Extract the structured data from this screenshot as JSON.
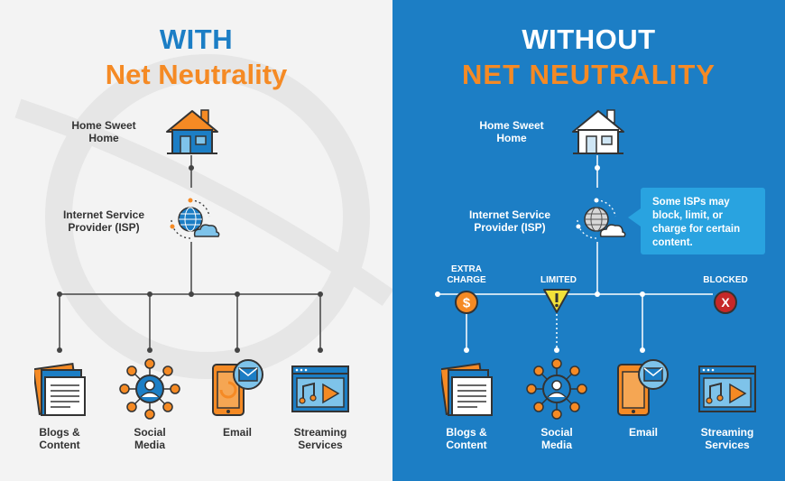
{
  "left": {
    "title": "WITH",
    "subtitle": "Net Neutrality",
    "home_label": [
      "Home Sweet",
      "Home"
    ],
    "isp_label": [
      "Internet Service",
      "Provider (ISP)"
    ],
    "services": [
      [
        "Blogs &",
        "Content"
      ],
      [
        "Social",
        "Media"
      ],
      [
        "Email"
      ],
      [
        "Streaming",
        "Services"
      ]
    ]
  },
  "right": {
    "title": "WITHOUT",
    "subtitle": "NET NEUTRALITY",
    "home_label": [
      "Home Sweet",
      "Home"
    ],
    "isp_label": [
      "Internet Service",
      "Provider (ISP)"
    ],
    "note": "Some ISPs may block, limit, or charge for certain content.",
    "tags": {
      "extra_charge": [
        "EXTRA",
        "CHARGE"
      ],
      "limited": "LIMITED",
      "blocked": "BLOCKED"
    },
    "services": [
      [
        "Blogs &",
        "Content"
      ],
      [
        "Social",
        "Media"
      ],
      [
        "Email"
      ],
      [
        "Streaming",
        "Services"
      ]
    ]
  },
  "colors": {
    "left_bg": "#f3f3f3",
    "right_bg": "#1c7ec5",
    "title_blue": "#1c7ec5",
    "accent_orange": "#f58a24",
    "line_gray": "#444444",
    "limited_yellow": "#f2e23a",
    "blocked_red": "#c62828"
  },
  "icons": [
    "house-icon",
    "globe-cloud-icon",
    "blog-pages-icon",
    "social-network-icon",
    "email-phone-icon",
    "media-player-icon",
    "dollar-icon",
    "warning-icon",
    "block-x-icon"
  ]
}
